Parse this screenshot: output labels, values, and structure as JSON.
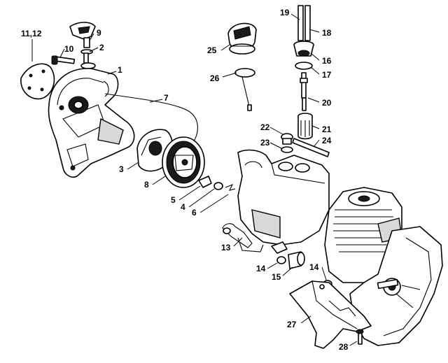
{
  "diagram": {
    "parts": [
      {
        "id": "p1",
        "label": "1",
        "name": "rewind-starter-housing"
      },
      {
        "id": "p2",
        "label": "2",
        "name": "washer"
      },
      {
        "id": "p3",
        "label": "3",
        "name": "rewind-spring"
      },
      {
        "id": "p4",
        "label": "4",
        "name": "washer-small"
      },
      {
        "id": "p5",
        "label": "5",
        "name": "pawl"
      },
      {
        "id": "p6",
        "label": "6",
        "name": "spring-clip"
      },
      {
        "id": "p7",
        "label": "7",
        "name": "starter-rope"
      },
      {
        "id": "p8",
        "label": "8",
        "name": "rope-rotor"
      },
      {
        "id": "p9",
        "label": "9",
        "name": "starter-grip"
      },
      {
        "id": "p10",
        "label": "10",
        "name": "screw"
      },
      {
        "id": "p11",
        "label": "11,12",
        "name": "cover-plate"
      },
      {
        "id": "p13",
        "label": "13",
        "name": "fuel-tank"
      },
      {
        "id": "p14a",
        "label": "14",
        "name": "bushing-left"
      },
      {
        "id": "p14b",
        "label": "14",
        "name": "bushing-right"
      },
      {
        "id": "p15",
        "label": "15",
        "name": "annular-buffer"
      },
      {
        "id": "p16",
        "label": "16",
        "name": "filler-cap-body"
      },
      {
        "id": "p17",
        "label": "17",
        "name": "gasket-ring"
      },
      {
        "id": "p18",
        "label": "18",
        "name": "fuel-hose"
      },
      {
        "id": "p19",
        "label": "19",
        "name": "fuel-hose-thin"
      },
      {
        "id": "p20",
        "label": "20",
        "name": "pickup-body"
      },
      {
        "id": "p21",
        "label": "21",
        "name": "fuel-filter"
      },
      {
        "id": "p22",
        "label": "22",
        "name": "grommet"
      },
      {
        "id": "p23",
        "label": "23",
        "name": "o-ring"
      },
      {
        "id": "p24",
        "label": "24",
        "name": "vent-tube"
      },
      {
        "id": "p25",
        "label": "25",
        "name": "fuel-cap"
      },
      {
        "id": "p26",
        "label": "26",
        "name": "retaining-strap"
      },
      {
        "id": "p27",
        "label": "27",
        "name": "guard-plate"
      },
      {
        "id": "p28",
        "label": "28",
        "name": "screw-bottom"
      }
    ]
  }
}
